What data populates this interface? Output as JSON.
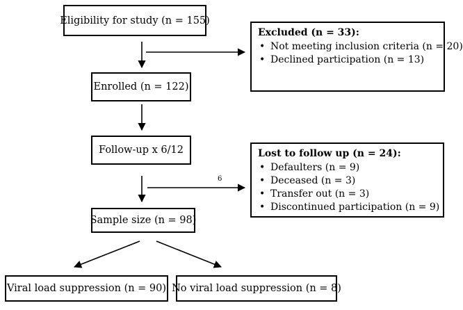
{
  "boxes": {
    "eligibility": "Eligibility for study (n = 155)",
    "enrolled": "Enrolled (n = 122)",
    "followup": "Follow-up x 6/12",
    "sample": "Sample size (n = 98)",
    "suppression": "Viral load suppression (n = 90)",
    "no_suppression": "No viral load suppression (n = 8)"
  },
  "excluded": {
    "title": "Excluded (n = 33):",
    "items": [
      "Not meeting inclusion criteria (n = 20)",
      "Declined participation (n = 13)"
    ]
  },
  "lost": {
    "title": "Lost to follow up (n = 24):",
    "items": [
      "Defaulters (n = 9)",
      "Deceased (n = 3)",
      "Transfer out (n = 3)",
      "Discontinued participation (n = 9)"
    ]
  },
  "annotation": "6",
  "bullet_glyph": "•"
}
